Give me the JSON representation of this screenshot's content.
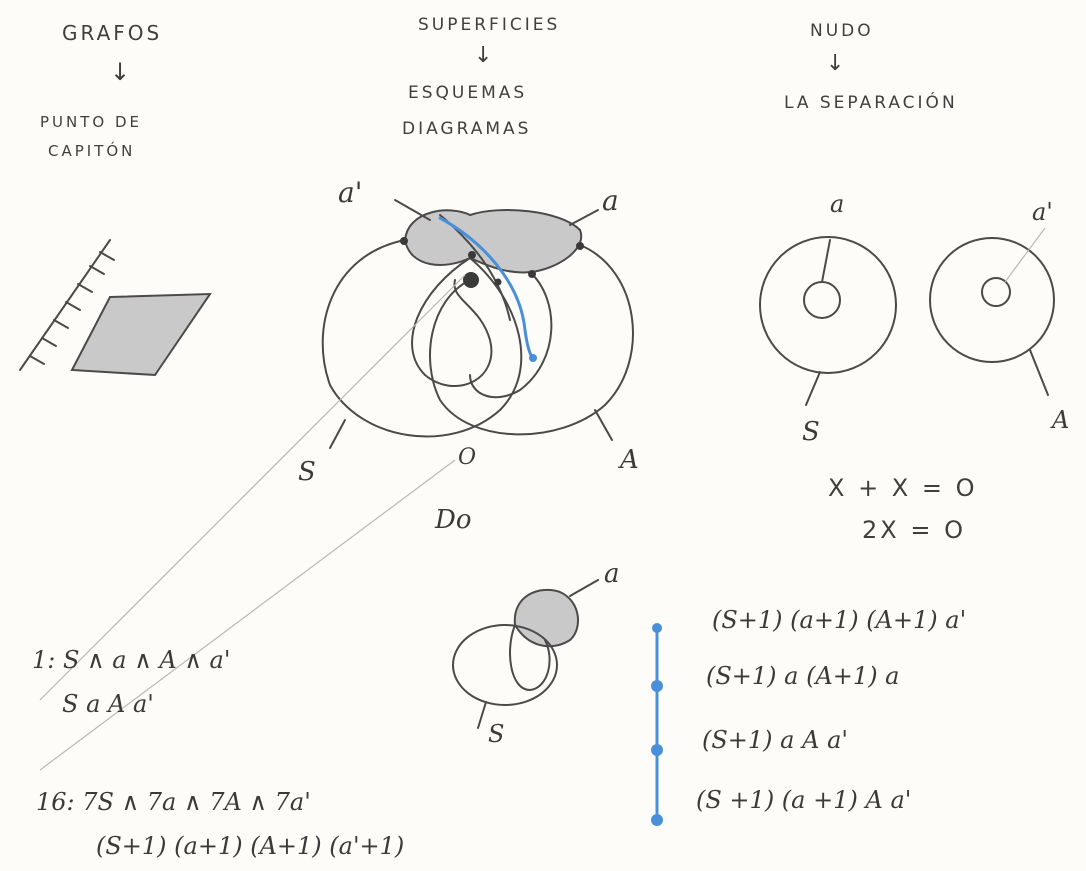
{
  "headings": {
    "graphs": "GRAFOS",
    "graphs_sub": [
      "PUNTO DE",
      "CAPITÓN"
    ],
    "surfaces": "SUPERFICIES",
    "surfaces_sub": [
      "ESQUEMAS",
      "DIAGRAMAS"
    ],
    "knot": "NUDO",
    "knot_sub": "LA SEPARACIÓN",
    "arrow": "↓"
  },
  "knot_labels": {
    "a_prime": "a'",
    "a": "a",
    "S": "S",
    "O": "O",
    "A": "A",
    "Do": "Do"
  },
  "separation_labels": {
    "a": "a",
    "a_prime": "a'",
    "S": "S",
    "A": "A"
  },
  "equations": [
    "X + X = O",
    "2X = O"
  ],
  "small_knot_labels": {
    "a": "a",
    "S": "S"
  },
  "sequence": [
    "(S+1)  (a+1)  (A+1) a'",
    "(S+1)  a  (A+1) a",
    "(S+1) a   A   a'",
    "(S +1)  (a +1) A  a'"
  ],
  "formula_1": {
    "line1": "1: S ∧ a ∧ A ∧ a'",
    "line2": "S a A a'"
  },
  "formula_16": {
    "line1": "16: 7S ∧ 7a ∧ 7A ∧ 7a'",
    "line2": "(S+1) (a+1) (A+1) (a'+1)"
  },
  "colors": {
    "paper": "#fdfcf8",
    "pencil": "#4a4a4a",
    "shade": "#c9c9c9",
    "blue": "#4a90d9"
  }
}
